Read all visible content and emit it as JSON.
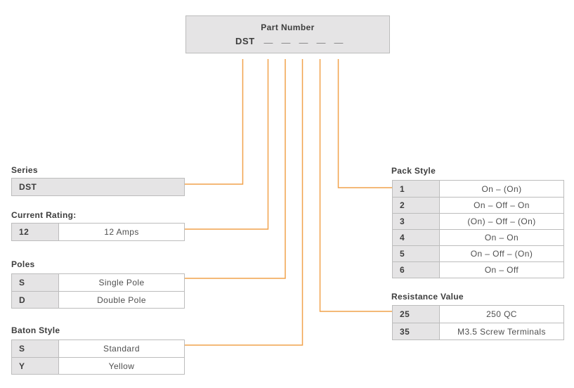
{
  "part_number_box": {
    "title": "Part Number",
    "prefix": "DST",
    "blanks": [
      "_",
      "_",
      "_",
      "_",
      "_"
    ]
  },
  "colors": {
    "accent_orange": "#F1A24C",
    "cell_gray": "#E5E4E5",
    "border_gray": "#BCBCBC",
    "text_dark": "#3D3D3D",
    "text_muted": "#4F4F4F"
  },
  "sections": {
    "series": {
      "label": "Series",
      "rows": [
        {
          "code": "DST",
          "value": ""
        }
      ]
    },
    "current_rating": {
      "label": "Current Rating:",
      "rows": [
        {
          "code": "12",
          "value": "12 Amps"
        }
      ]
    },
    "poles": {
      "label": "Poles",
      "rows": [
        {
          "code": "S",
          "value": "Single Pole"
        },
        {
          "code": "D",
          "value": "Double Pole"
        }
      ]
    },
    "baton_style": {
      "label": "Baton Style",
      "rows": [
        {
          "code": "S",
          "value": "Standard"
        },
        {
          "code": "Y",
          "value": "Yellow"
        }
      ]
    },
    "pack_style": {
      "label": "Pack Style",
      "rows": [
        {
          "code": "1",
          "value": "On – (On)"
        },
        {
          "code": "2",
          "value": "On – Off – On"
        },
        {
          "code": "3",
          "value": "(On) – Off – (On)"
        },
        {
          "code": "4",
          "value": "On – On"
        },
        {
          "code": "5",
          "value": "On – Off – (On)"
        },
        {
          "code": "6",
          "value": "On – Off"
        }
      ]
    },
    "resistance_value": {
      "label": "Resistance Value",
      "rows": [
        {
          "code": "25",
          "value": "250 QC"
        },
        {
          "code": "35",
          "value": "M3.5 Screw Terminals"
        }
      ]
    }
  }
}
